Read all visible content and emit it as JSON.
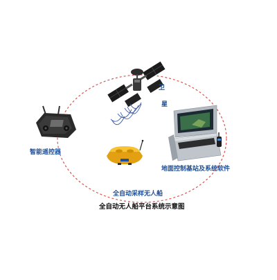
{
  "labels": {
    "satellite": [
      "卫",
      "星"
    ],
    "controller": "智能遥控器",
    "ground_station": "地面控制基站及系统软件",
    "boat": "全自动采样无人船",
    "caption": "全自动无人船平台系统示意图"
  },
  "colors": {
    "dashed_circle": "#d9534f",
    "signal_waves": "#3c5aa8",
    "label_blue": "#1f4f96",
    "boat_body": "#f5b51b",
    "controller_body": "#2a2a2a",
    "station_body": "#c9ced3"
  },
  "icons": {
    "satellite": "satellite-icon",
    "controller": "remote-controller-icon",
    "ground_station": "laptop-ground-station-icon",
    "handheld": "handheld-radio-icon",
    "boat": "unmanned-boat-icon",
    "waves": "signal-waves-icon"
  }
}
